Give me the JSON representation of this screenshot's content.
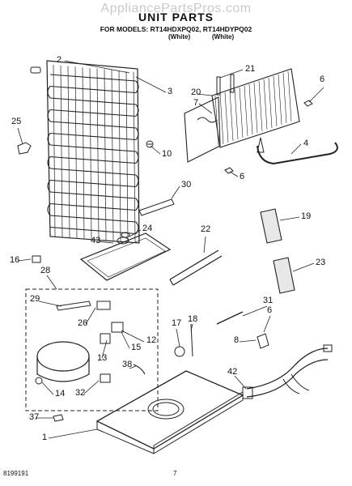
{
  "header": {
    "watermark": "AppliancePartsPros.com",
    "title": "UNIT PARTS",
    "models_line": "FOR MODELS: RT14HDXPQ02, RT14HDYPQ02",
    "sub_left": "(White)",
    "sub_right": "(White)"
  },
  "footer": {
    "doc_number": "8199191",
    "page_number": "7"
  },
  "callouts": [
    "2",
    "3",
    "25",
    "10",
    "21",
    "6",
    "7",
    "20",
    "4",
    "6",
    "30",
    "24",
    "22",
    "19",
    "43",
    "16",
    "28",
    "23",
    "29",
    "26",
    "31",
    "6",
    "17",
    "18",
    "8",
    "15",
    "12",
    "13",
    "38",
    "42",
    "14",
    "32",
    "37",
    "1"
  ]
}
